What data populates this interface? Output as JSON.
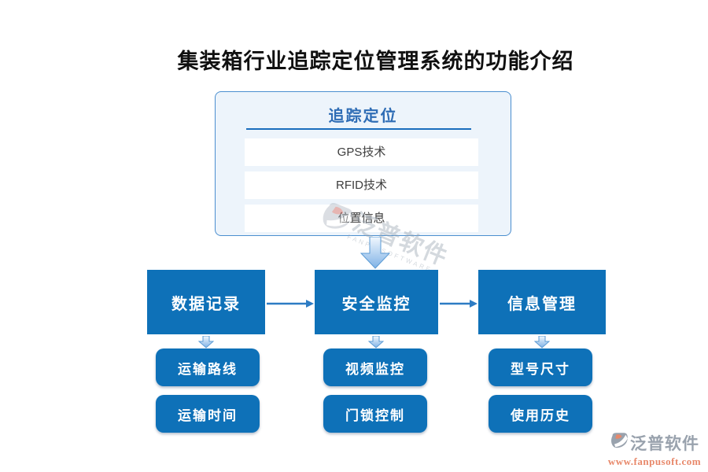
{
  "title": "集装箱行业追踪定位管理系统的功能介绍",
  "panel": {
    "header": "追踪定位",
    "items": [
      "GPS技术",
      "RFID技术",
      "位置信息"
    ]
  },
  "flow": {
    "nodes": [
      {
        "label": "数据记录",
        "children": [
          "运输路线",
          "运输时间"
        ]
      },
      {
        "label": "安全监控",
        "children": [
          "视频监控",
          "门锁控制"
        ]
      },
      {
        "label": "信息管理",
        "children": [
          "型号尺寸",
          "使用历史"
        ]
      }
    ]
  },
  "watermark": {
    "text": "泛普软件",
    "subtext": "FANPU SOFTWARE"
  },
  "footer": {
    "brand": "泛普软件",
    "url": "www.fanpusoft.com"
  },
  "colors": {
    "node_blue": "#0e71b8",
    "panel_bg": "#edf4fb",
    "panel_border": "#4a8ecf",
    "header_blue": "#2e6cb5",
    "underline_blue": "#1a6dbd",
    "arrow_blue": "#2d7cc4",
    "arrow_fill_light": "#f2f8fe",
    "arrow_fill_dark": "#7fb2e6",
    "brand_gray": "#99a2ad",
    "url_orange": "#e8886a"
  }
}
